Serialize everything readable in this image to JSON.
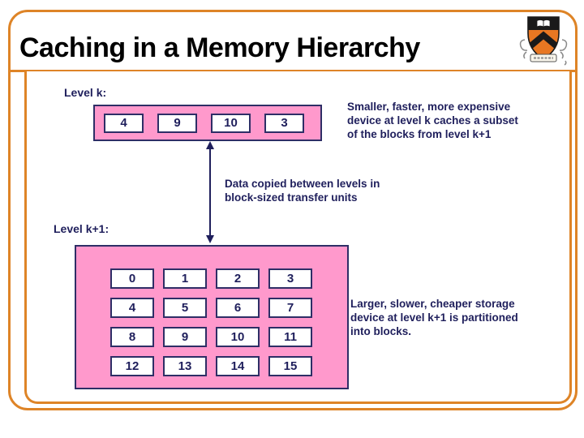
{
  "slide_title": "Caching in a Memory Hierarchy",
  "logo": {
    "name": "princeton-shield-logo",
    "shield_orange": "#E87722",
    "chief_black": "#1a1a1a"
  },
  "level_k": {
    "label": "Level k:",
    "blocks": [
      "4",
      "9",
      "10",
      "3"
    ],
    "note_lines": [
      "Smaller, faster, more expensive",
      "device at level k caches a subset",
      "of the blocks from level k+1"
    ]
  },
  "transfer": {
    "arrow": "double-headed-vertical-arrow",
    "note_lines": [
      "Data copied between levels in",
      "block-sized transfer units"
    ]
  },
  "level_k_plus_1": {
    "label": "Level k+1:",
    "grid": [
      [
        "0",
        "1",
        "2",
        "3"
      ],
      [
        "4",
        "5",
        "6",
        "7"
      ],
      [
        "8",
        "9",
        "10",
        "11"
      ],
      [
        "12",
        "13",
        "14",
        "15"
      ]
    ],
    "note_lines": [
      "Larger, slower, cheaper storage",
      "device at level k+1 is partitioned",
      "into blocks."
    ]
  },
  "colors": {
    "frame_orange": "#DE8427",
    "block_pink": "#FF99CC",
    "box_border_navy": "#2E2E66",
    "text_navy": "#1F1F5C",
    "title_black": "#000000"
  }
}
